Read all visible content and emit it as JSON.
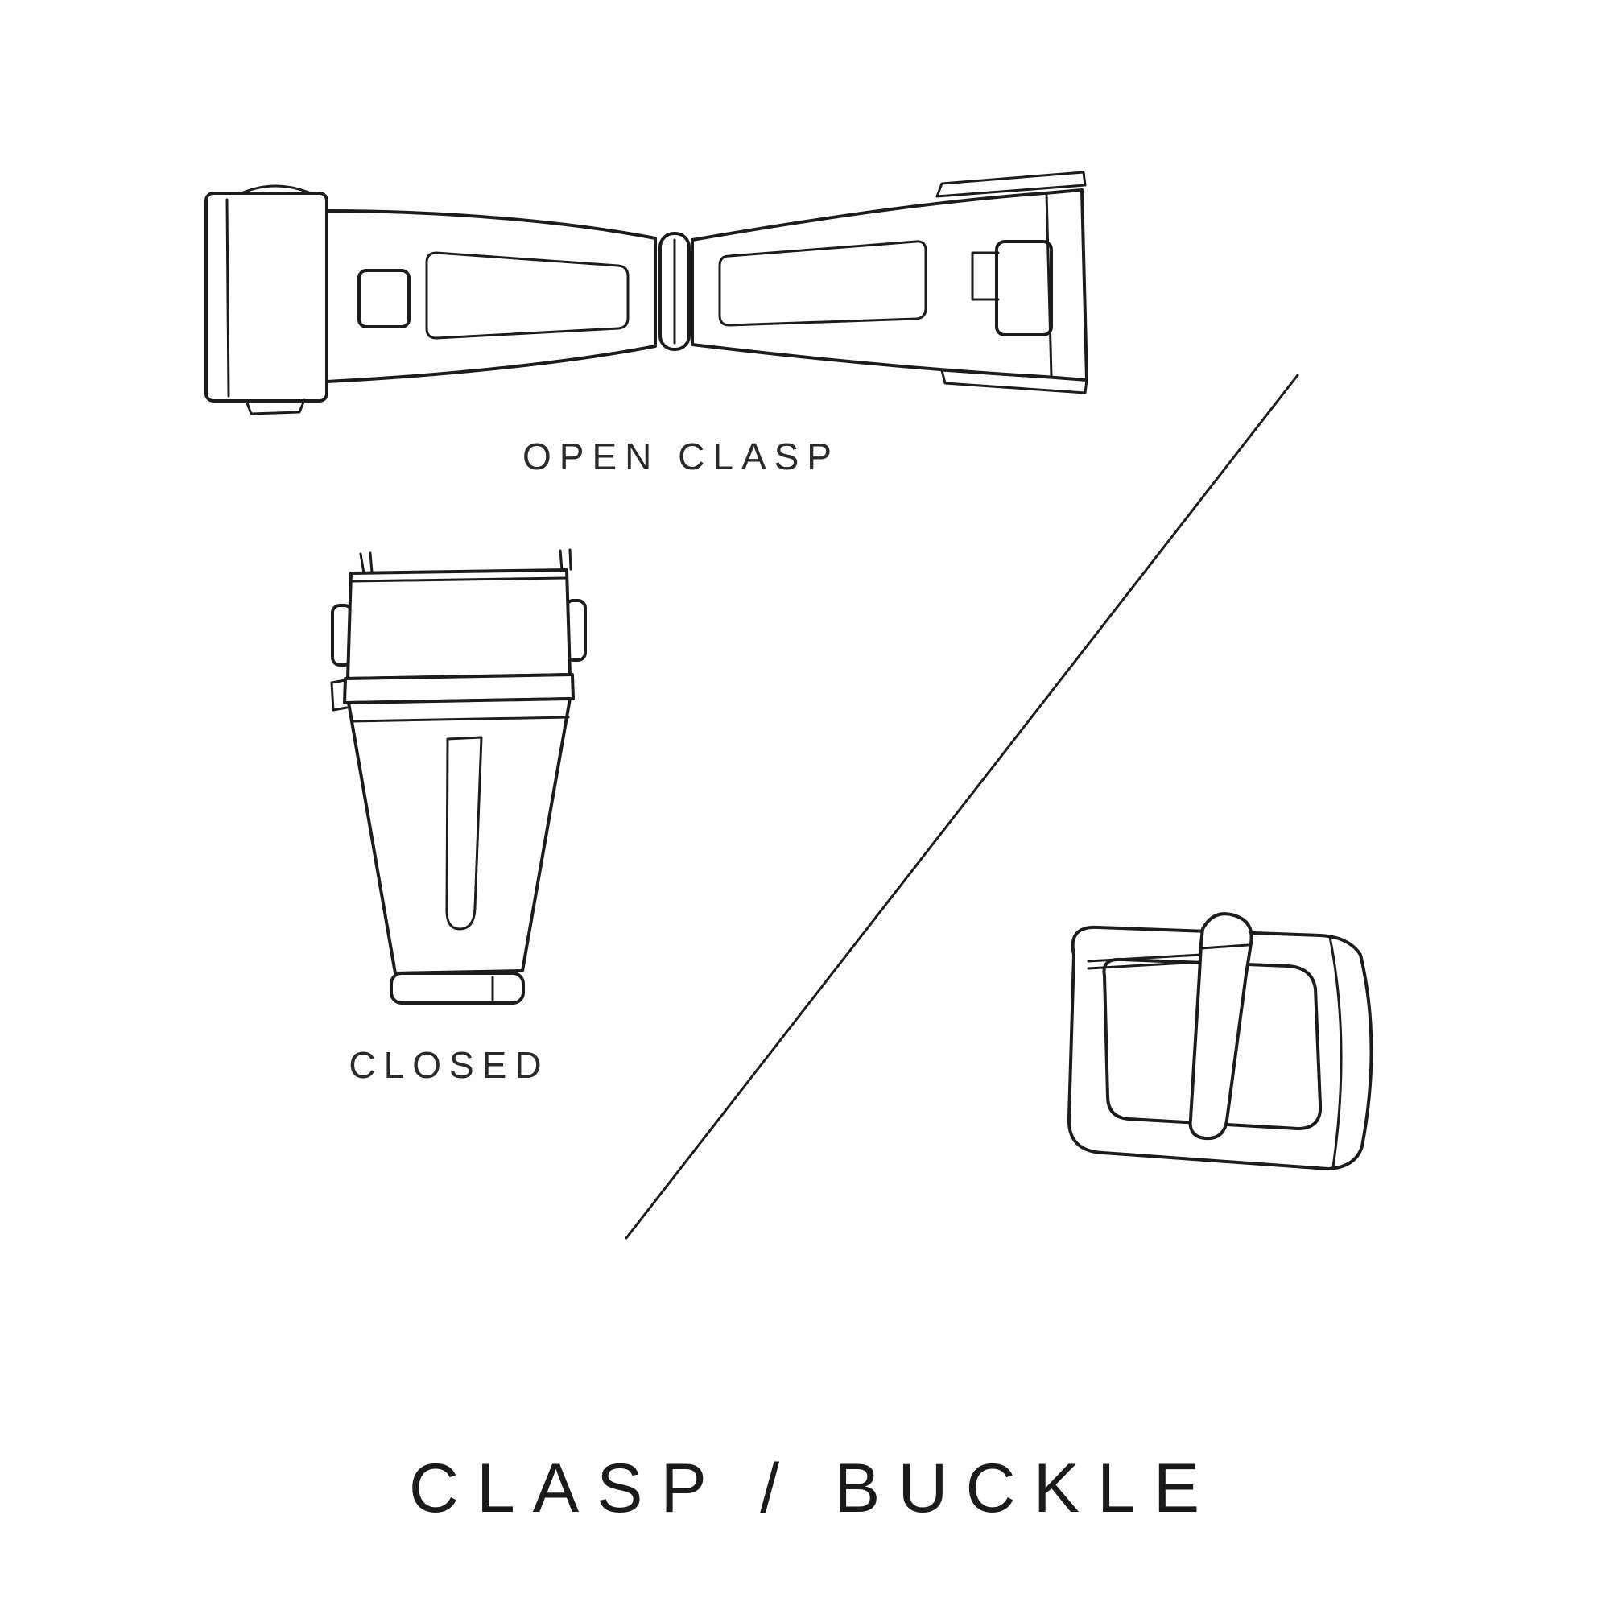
{
  "colors": {
    "background": "#ffffff",
    "ink": "#1c1c1c"
  },
  "labels": {
    "open_clasp": "OPEN CLASP",
    "closed": "CLOSED"
  },
  "title": "CLASP / BUCKLE",
  "illustrations": {
    "open_clasp": "open-clasp-illustration",
    "closed_clasp": "closed-clasp-illustration",
    "buckle": "buckle-illustration",
    "divider": "divider-line"
  }
}
